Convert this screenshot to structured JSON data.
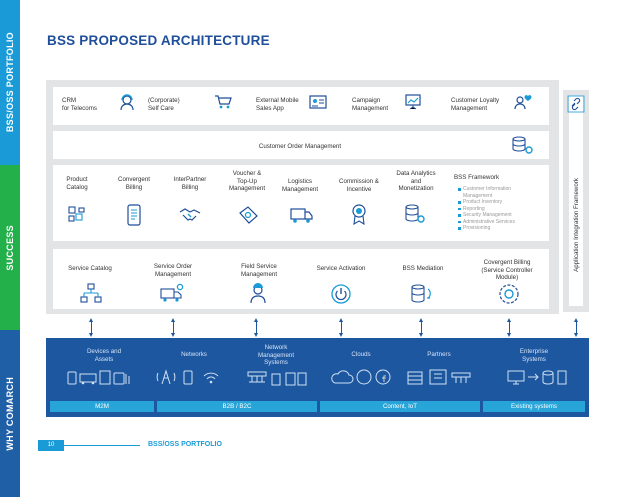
{
  "sidebar": {
    "sections": [
      "BSS/OSS PORTFOLIO",
      "SUCCESS",
      "WHY COMARCH"
    ]
  },
  "page_title": "BSS PROPOSED ARCHITECTURE",
  "top_row": [
    {
      "label": "CRM\nfor Telecoms",
      "icon": "headset-user-icon"
    },
    {
      "label": "(Corporate)\nSelf Care",
      "icon": "shopping-cart-icon"
    },
    {
      "label": "External Mobile\nSales App",
      "icon": "id-card-icon"
    },
    {
      "label": "Campaign\nManagement",
      "icon": "chart-board-icon"
    },
    {
      "label": "Customer Loyalty\nManagement",
      "icon": "users-heart-icon"
    }
  ],
  "customer_order_management": "Customer Order Management",
  "middle_row": [
    {
      "label": "Product\nCatalog",
      "icon": "blocks-icon"
    },
    {
      "label": "Convergent\nBilling",
      "icon": "mobile-bill-icon"
    },
    {
      "label": "InterPartner\nBilling",
      "icon": "handshake-icon"
    },
    {
      "label": "Voucher &\nTop-Up\nManagement",
      "icon": "voucher-icon"
    },
    {
      "label": "Logistics\nManagement",
      "icon": "truck-icon"
    },
    {
      "label": "Commission &\nIncentive",
      "icon": "medal-icon"
    },
    {
      "label": "Data Analytics\nand\nMonetization",
      "icon": "database-gear-icon"
    }
  ],
  "bss_framework": {
    "title": "BSS Framework",
    "items": [
      "Customer Information Management",
      "Product Inventory",
      "Reporting",
      "Security Management",
      "Administrative Services",
      "Provisioning"
    ]
  },
  "service_row": [
    {
      "label": "Service Catalog",
      "icon": "hierarchy-icon"
    },
    {
      "label": "Service Order\nManagement",
      "icon": "truck-gear-icon"
    },
    {
      "label": "Field Service\nManagement",
      "icon": "technician-icon"
    },
    {
      "label": "Service Activation",
      "icon": "power-icon"
    },
    {
      "label": "BSS Mediation",
      "icon": "database-sync-icon"
    },
    {
      "label": "Covergent Billing\n(Service Controller\nModule)",
      "icon": "gear-target-icon"
    }
  ],
  "app_integration": {
    "label": "Application Integration Framework",
    "icon": "link-icon"
  },
  "network_band": {
    "groups": [
      {
        "label": "Devices and\nAssets"
      },
      {
        "label": "Networks"
      },
      {
        "label": "Network\nManagement\nSystems"
      },
      {
        "label": "Clouds"
      },
      {
        "label": "Partners"
      },
      {
        "label": "Enterprise\nSystems"
      }
    ],
    "chips": [
      "M2M",
      "B2B / B2C",
      "Content, IoT",
      "Existing systems"
    ]
  },
  "footer": {
    "page_number": "10",
    "section": "BSS/OSS PORTFOLIO"
  },
  "colors": {
    "primary_blue": "#1f4e9a",
    "accent_cyan": "#1a9bd7",
    "green": "#23b04a",
    "band_blue": "#1d57a0",
    "frame_grey": "#e3e4e6"
  }
}
